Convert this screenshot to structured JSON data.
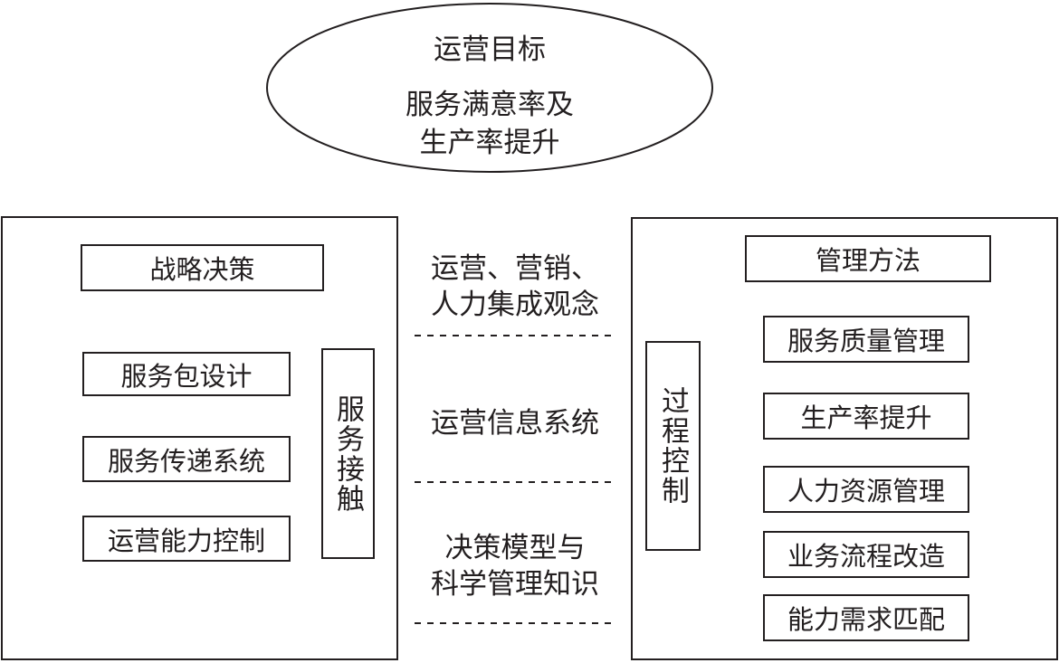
{
  "goal": {
    "title": "运营目标",
    "line1": "服务满意率及",
    "line2": "生产率提升"
  },
  "left_panel": {
    "header": "战略决策",
    "items": [
      "服务包设计",
      "服务传递系统",
      "运营能力控制"
    ],
    "side_label": "服务接触"
  },
  "center": {
    "block1_line1": "运营、营销、",
    "block1_line2": "人力集成观念",
    "block2": "运营信息系统",
    "block3_line1": "决策模型与",
    "block3_line2": "科学管理知识"
  },
  "right_panel": {
    "header": "管理方法",
    "side_label": "过程控制",
    "items": [
      "服务质量管理",
      "生产率提升",
      "人力资源管理",
      "业务流程改造",
      "能力需求匹配"
    ]
  }
}
